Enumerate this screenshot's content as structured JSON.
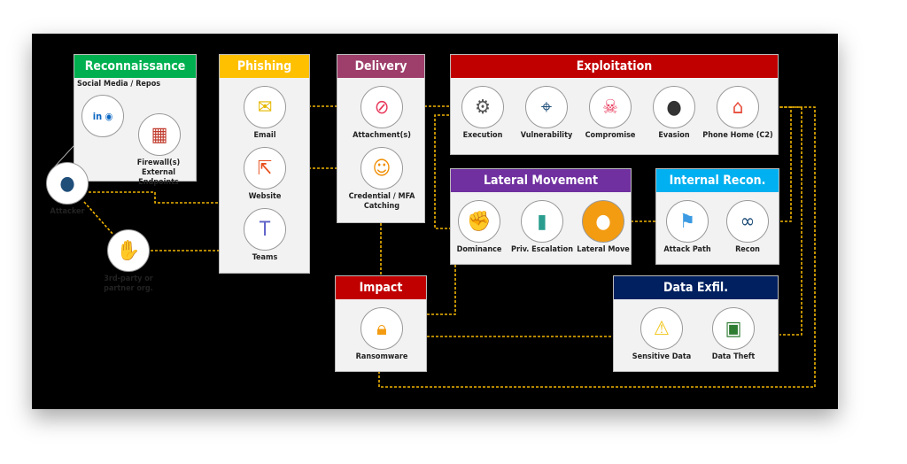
{
  "colors": {
    "line": "#f0b400",
    "recon": "#00b050",
    "phishing": "#ffc000",
    "delivery": "#9e3f6b",
    "exploitation": "#c00000",
    "lateral": "#7030a0",
    "internal_recon": "#00b0f0",
    "impact": "#c00000",
    "exfil": "#002060"
  },
  "attacker": {
    "label": "Attacker",
    "icon": "hacker-icon"
  },
  "third_party": {
    "label": "3rd-party or partner org.",
    "icon": "handshake-icon"
  },
  "recon": {
    "title": "Reconnaissance",
    "subtitle": "Social Media / Repos",
    "firewall_label": "Firewall(s)",
    "endpoints_label": "External Endpoints"
  },
  "phishing": {
    "title": "Phishing",
    "items": [
      {
        "label": "Email",
        "icon": "email-icon"
      },
      {
        "label": "Website",
        "icon": "click-icon"
      },
      {
        "label": "Teams",
        "icon": "teams-icon"
      }
    ]
  },
  "delivery": {
    "title": "Delivery",
    "items": [
      {
        "label": "Attachment(s)",
        "icon": "attachment-icon"
      },
      {
        "label": "Credential / MFA Catching",
        "icon": "credential-icon"
      }
    ]
  },
  "exploitation": {
    "title": "Exploitation",
    "items": [
      {
        "label": "Execution"
      },
      {
        "label": "Vulnerability"
      },
      {
        "label": "Compromise"
      },
      {
        "label": "Evasion"
      },
      {
        "label": "Phone Home (C2)"
      }
    ]
  },
  "lateral": {
    "title": "Lateral Movement",
    "items": [
      {
        "label": "Dominance"
      },
      {
        "label": "Priv. Escalation"
      },
      {
        "label": "Lateral Move"
      }
    ]
  },
  "internal_recon": {
    "title": "Internal Recon.",
    "items": [
      {
        "label": "Attack Path"
      },
      {
        "label": "Recon"
      }
    ]
  },
  "impact": {
    "title": "Impact",
    "items": [
      {
        "label": "Ransomware"
      }
    ]
  },
  "exfil": {
    "title": "Data Exfil.",
    "items": [
      {
        "label": "Sensitive Data"
      },
      {
        "label": "Data Theft"
      }
    ]
  }
}
